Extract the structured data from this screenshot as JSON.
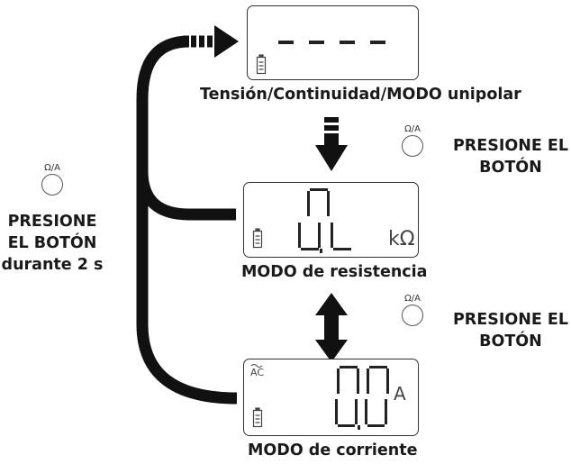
{
  "displays": [
    {
      "id": "voltage",
      "reading": "- - - -",
      "unit": "",
      "caption": "Tensión/Continuidad/MODO unipolar"
    },
    {
      "id": "resistance",
      "reading": "0L",
      "unit": "kΩ",
      "caption": "MODO de resistencia"
    },
    {
      "id": "current",
      "reading": "0.0",
      "unit": "A",
      "mode_indicator": "AC",
      "caption": "MODO de corriente"
    }
  ],
  "buttons": [
    {
      "label": "Ω/A",
      "instruction": "PRESIONE EL\nBOTÓN"
    },
    {
      "label": "Ω/A",
      "instruction": "PRESIONE EL\nBOTÓN"
    },
    {
      "label": "Ω/A",
      "instruction": "PRESIONE\nEL BOTÓN\ndurante 2 s"
    }
  ],
  "colors": {
    "line": "#111111",
    "lcd_border": "#333333",
    "segment": "#222222"
  },
  "icons": [
    "battery-icon",
    "button-icon",
    "arrow-down-icon",
    "double-arrow-icon",
    "arrow-right-icon"
  ]
}
